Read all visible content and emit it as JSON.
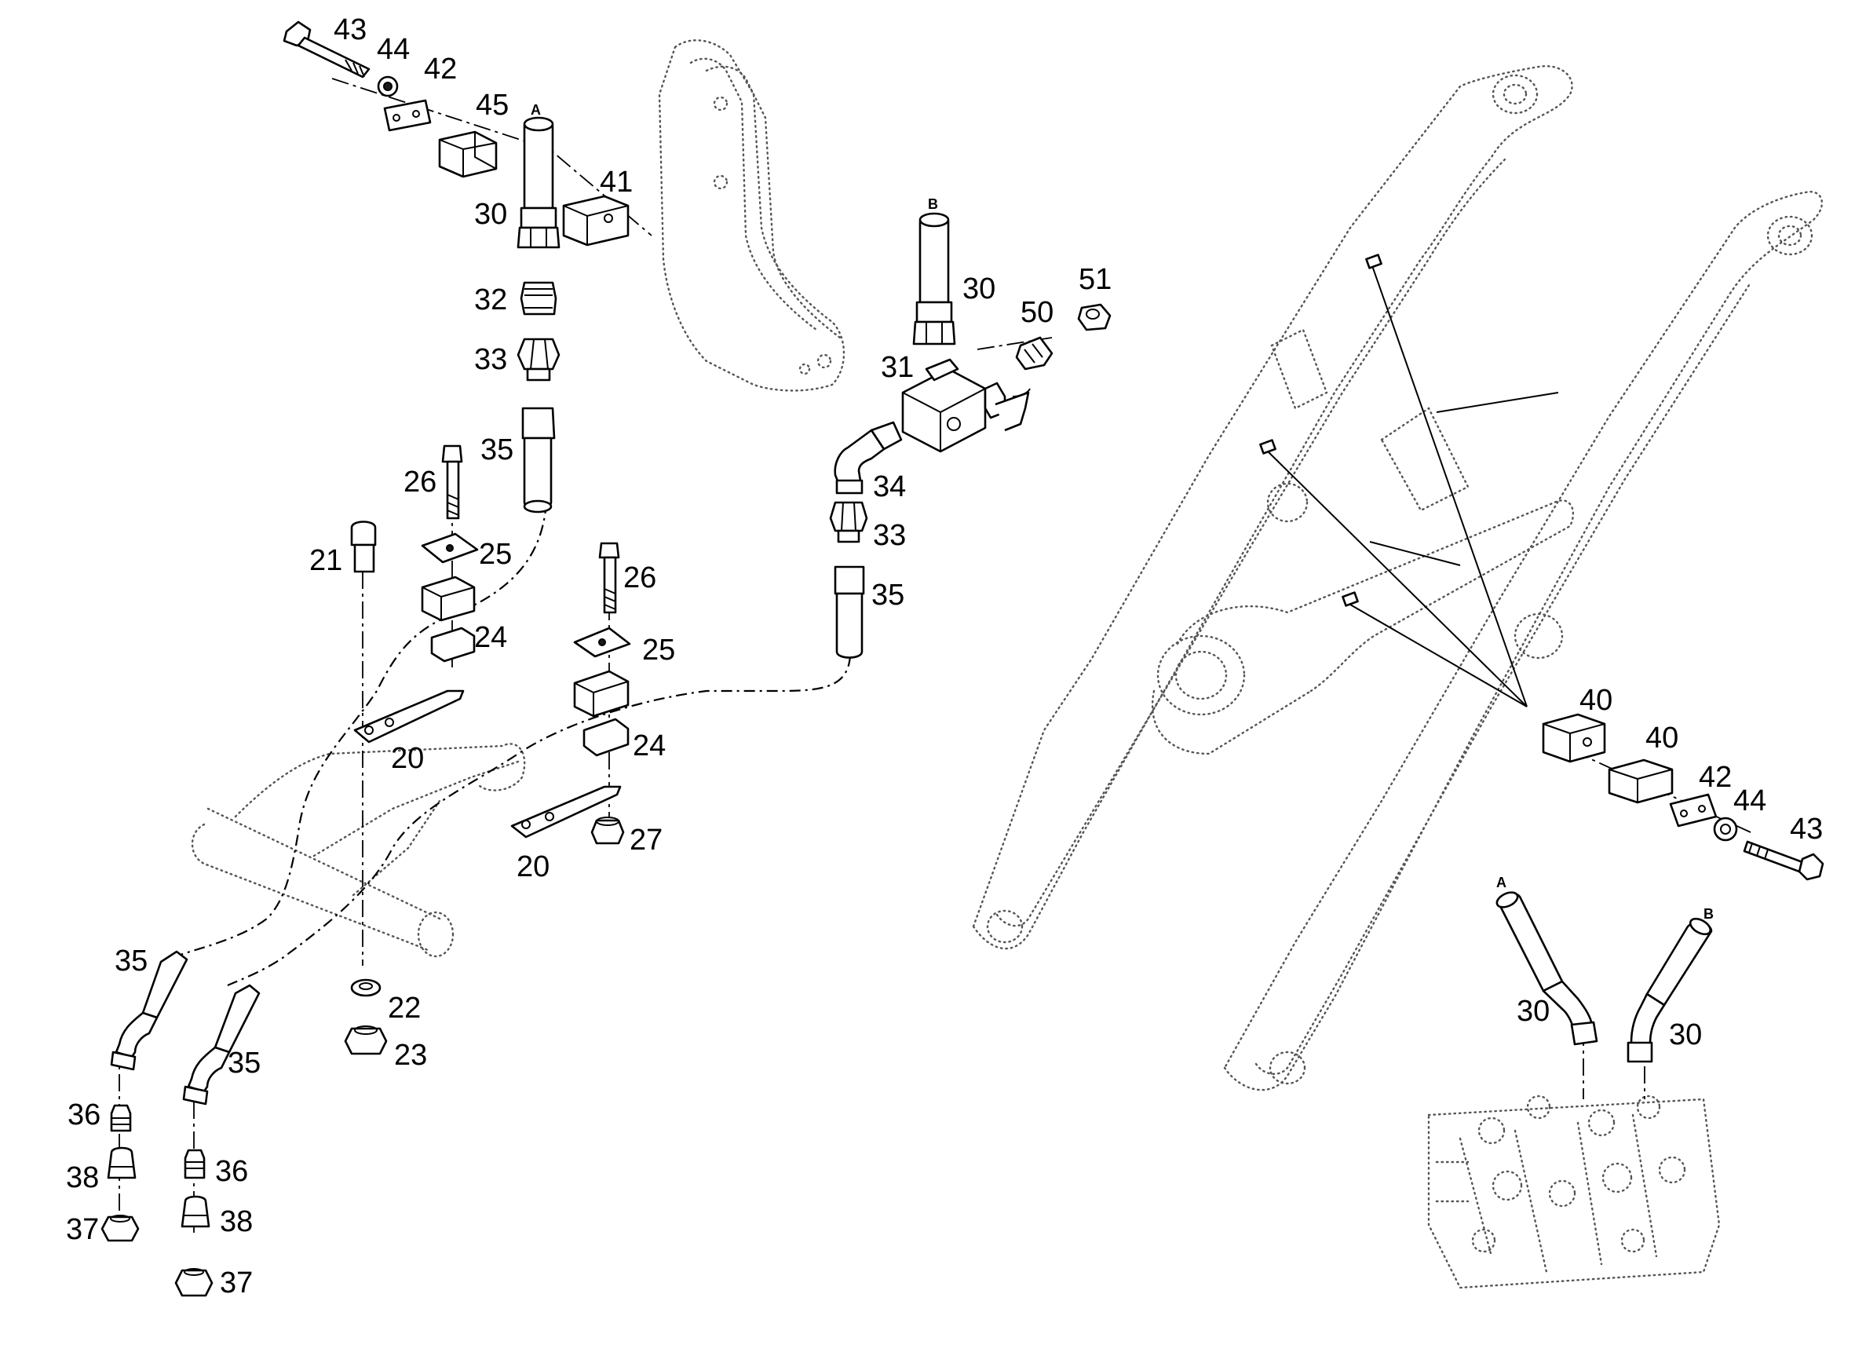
{
  "callouts": [
    {
      "id": "c43a",
      "text": "43"
    },
    {
      "id": "c44a",
      "text": "44"
    },
    {
      "id": "c42a",
      "text": "42"
    },
    {
      "id": "c45",
      "text": "45"
    },
    {
      "id": "c41",
      "text": "41"
    },
    {
      "id": "c30a",
      "text": "30"
    },
    {
      "id": "c32",
      "text": "32"
    },
    {
      "id": "c33a",
      "text": "33"
    },
    {
      "id": "c35a",
      "text": "35"
    },
    {
      "id": "c26a",
      "text": "26"
    },
    {
      "id": "c25a",
      "text": "25"
    },
    {
      "id": "c21",
      "text": "21"
    },
    {
      "id": "c24a",
      "text": "24"
    },
    {
      "id": "c20a",
      "text": "20"
    },
    {
      "id": "c26b",
      "text": "26"
    },
    {
      "id": "c25b",
      "text": "25"
    },
    {
      "id": "c24b",
      "text": "24"
    },
    {
      "id": "c27",
      "text": "27"
    },
    {
      "id": "c20b",
      "text": "20"
    },
    {
      "id": "c30b",
      "text": "30"
    },
    {
      "id": "c50",
      "text": "50"
    },
    {
      "id": "c51",
      "text": "51"
    },
    {
      "id": "c31",
      "text": "31"
    },
    {
      "id": "c34",
      "text": "34"
    },
    {
      "id": "c33b",
      "text": "33"
    },
    {
      "id": "c35b",
      "text": "35"
    },
    {
      "id": "c35c",
      "text": "35"
    },
    {
      "id": "c35d",
      "text": "35"
    },
    {
      "id": "c22",
      "text": "22"
    },
    {
      "id": "c23",
      "text": "23"
    },
    {
      "id": "c36a",
      "text": "36"
    },
    {
      "id": "c38a",
      "text": "38"
    },
    {
      "id": "c37a",
      "text": "37"
    },
    {
      "id": "c36b",
      "text": "36"
    },
    {
      "id": "c38b",
      "text": "38"
    },
    {
      "id": "c37b",
      "text": "37"
    },
    {
      "id": "c40a",
      "text": "40"
    },
    {
      "id": "c40b",
      "text": "40"
    },
    {
      "id": "c42b",
      "text": "42"
    },
    {
      "id": "c44b",
      "text": "44"
    },
    {
      "id": "c43b",
      "text": "43"
    },
    {
      "id": "c30c",
      "text": "30"
    },
    {
      "id": "c30d",
      "text": "30"
    }
  ],
  "hose_letters": {
    "a1": "A",
    "b1": "B",
    "a2": "A",
    "b2": "B"
  }
}
